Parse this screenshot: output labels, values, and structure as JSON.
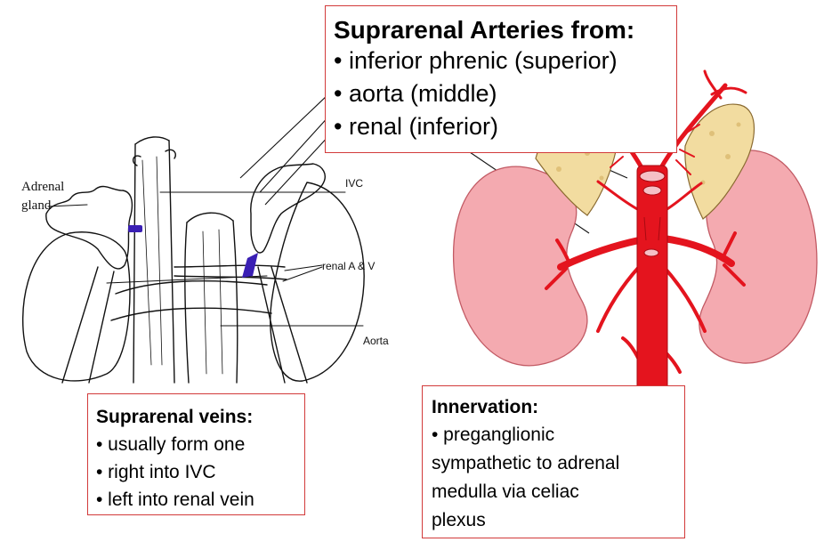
{
  "arteries_box": {
    "title": "Suprarenal Arteries from:",
    "items": [
      "• inferior phrenic (superior)",
      "• aorta (middle)",
      "• renal (inferior)"
    ]
  },
  "veins_box": {
    "title": "Suprarenal veins:",
    "items": [
      "• usually form one",
      "• right into IVC",
      "• left into renal vein"
    ]
  },
  "innervation_box": {
    "title": "Innervation:",
    "items": [
      "• preganglionic",
      "sympathetic to adrenal",
      "medulla via celiac",
      "plexus"
    ]
  },
  "drawing_labels": {
    "adrenal_line1": "Adrenal",
    "adrenal_line2": "gland",
    "ivc": "IVC",
    "renal": "renal A & V",
    "aorta": "Aorta"
  },
  "colors": {
    "box_border": "#d23a3a",
    "artery": "#e4141e",
    "kidney": "#f4aab0",
    "adrenal": "#f2dca0",
    "vein_mark": "#3a1fb4"
  }
}
